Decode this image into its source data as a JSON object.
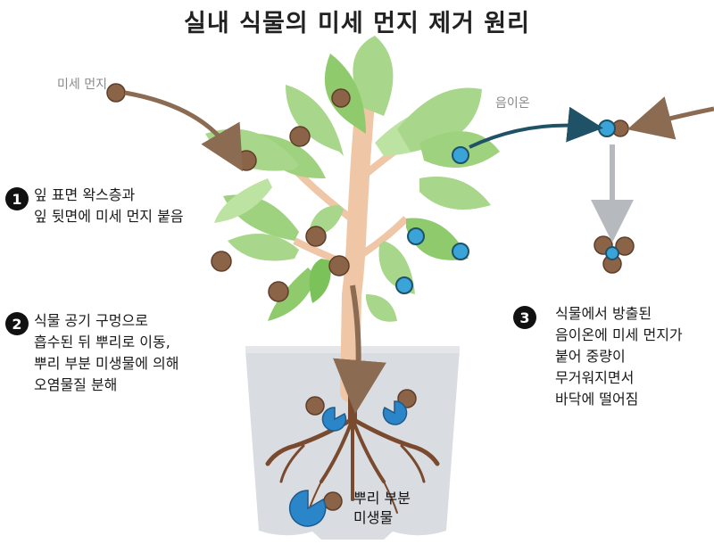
{
  "title": "실내 식물의 미세 먼지 제거 원리",
  "labels": {
    "fine_dust": "미세 먼지",
    "anion": "음이온",
    "root_microbes": "뿌리 부분\n미생물"
  },
  "steps": [
    {
      "number": "1",
      "text": "잎 표면 왁스층과\n잎 뒷면에 미세 먼지 붙음"
    },
    {
      "number": "2",
      "text": "식물 공기 구멍으로\n흡수된 뒤 뿌리로 이동,\n뿌리 부분 미생물에 의해\n오염물질 분해"
    },
    {
      "number": "3",
      "text": "식물에서 방출된\n음이온에 미세 먼지가\n붙어 중량이\n무거워지면서\n바닥에 떨어짐"
    }
  ],
  "colors": {
    "leaf_light": "#a8d68a",
    "leaf_dark": "#7cc25a",
    "stem": "#f0c7a6",
    "dust": "#8b6347",
    "anion": "#3aa3d8",
    "microbe": "#2b86c9",
    "pot": "#d9dce1",
    "root": "#7a4a2e",
    "arrow_brown": "#8b6b52",
    "arrow_teal": "#1f5266",
    "arrow_gray": "#b6b9be"
  }
}
